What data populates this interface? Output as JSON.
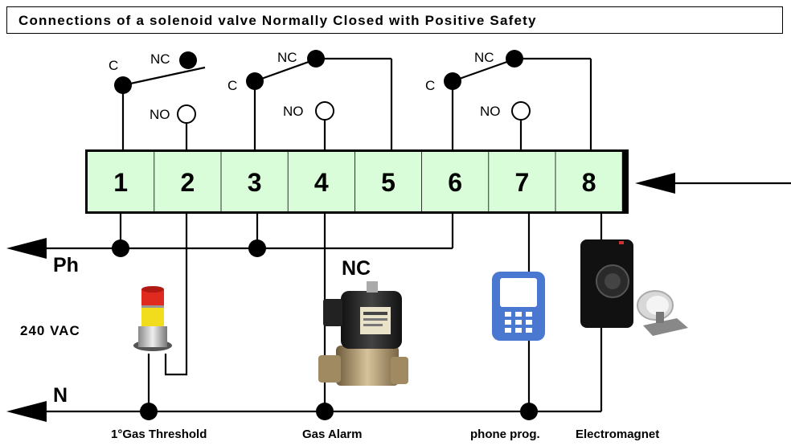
{
  "title": "Connections of a solenoid valve Normally Closed with Positive Safety",
  "terminals": [
    "1",
    "2",
    "3",
    "4",
    "5",
    "6",
    "7",
    "8"
  ],
  "relays": [
    {
      "c": "C",
      "nc": "NC",
      "no": "NO"
    },
    {
      "c": "C",
      "nc": "NC",
      "no": "NO"
    },
    {
      "c": "C",
      "nc": "NC",
      "no": "NO"
    }
  ],
  "lines": {
    "phase": "Ph",
    "neutral": "N",
    "supply": "240 VAC"
  },
  "valve_state": "NC",
  "devices": [
    {
      "name": "1°Gas Threshold",
      "icon": "signal-tower-icon"
    },
    {
      "name": "Gas Alarm",
      "icon": "solenoid-valve-icon"
    },
    {
      "name": "phone prog.",
      "icon": "phone-dialer-icon"
    },
    {
      "name": "Electromagnet",
      "icon": "electromagnet-icon"
    }
  ],
  "colors": {
    "terminal_fill": "#d9fcd9",
    "wire": "#000000"
  }
}
